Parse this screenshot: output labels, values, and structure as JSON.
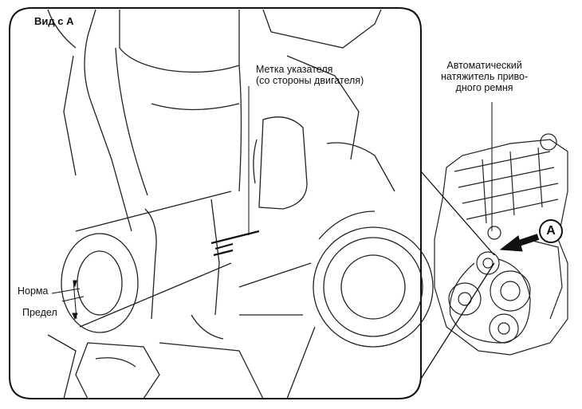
{
  "diagram": {
    "view_title": "Вид с A",
    "pointer_mark_label": [
      "Метка указателя",
      "(со стороны двигателя)"
    ],
    "tensioner_label": [
      "Автоматический",
      "натяжитель приво-",
      "дного ремня"
    ],
    "norm_label": "Норма",
    "limit_label": "Предел",
    "view_callout_letter": "A"
  },
  "colors": {
    "ink": "#111111",
    "paper": "#ffffff",
    "shade": "#7a7a7a"
  }
}
